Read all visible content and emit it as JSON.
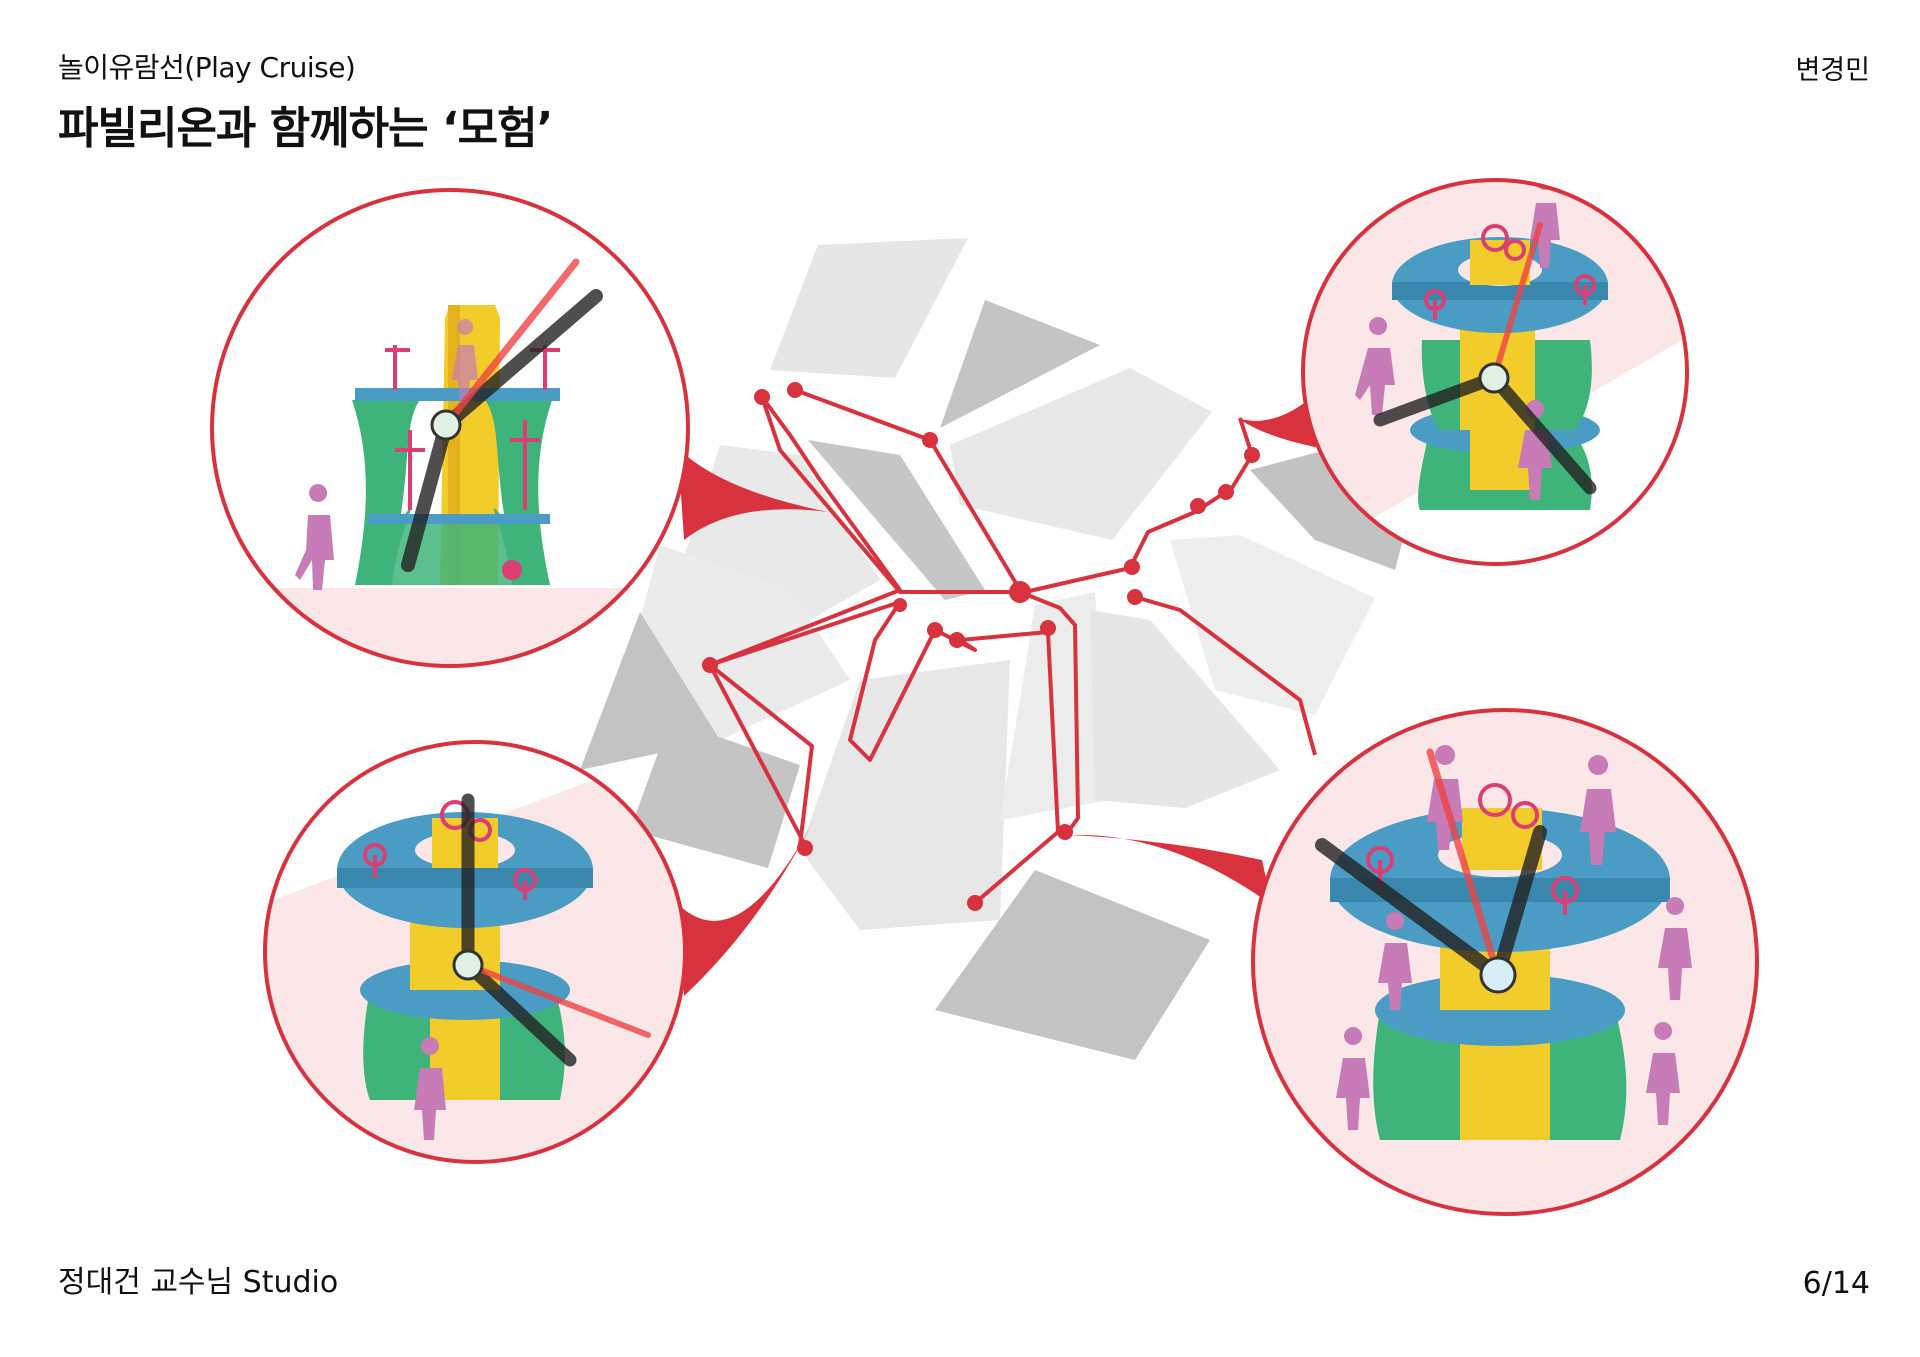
{
  "header": {
    "subtitle": "놀이유람선(Play Cruise)",
    "title": "파빌리온과 함께하는 ‘모험’",
    "author": "변경민"
  },
  "footer": {
    "studio": "정대건 교수님 Studio",
    "page": "6/14"
  },
  "colors": {
    "accent_red": "#d8323f",
    "bubble_fill": "#fdeaea",
    "block_light": "#e7e7e7",
    "block_dark": "#c3c3c3",
    "pavilion_blue": "#4a9cc4",
    "pavilion_green": "#3fb47a",
    "pavilion_yellow": "#f2cc2a",
    "pavilion_magenta": "#dc3d73",
    "figure_pink": "#c77bb7",
    "clock_hand": "#333333"
  },
  "callouts": [
    {
      "id": "top-left",
      "view": "elevation"
    },
    {
      "id": "top-right",
      "view": "axonometric"
    },
    {
      "id": "bottom-left",
      "view": "axonometric"
    },
    {
      "id": "bottom-right",
      "view": "axonometric"
    }
  ]
}
